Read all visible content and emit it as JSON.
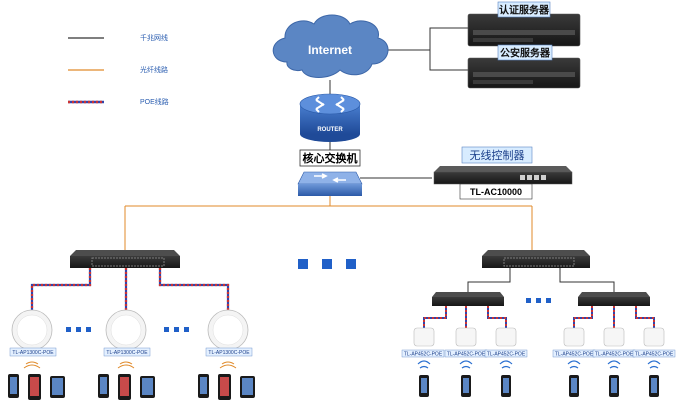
{
  "legend": {
    "gigabit_label": "千兆网线",
    "fiber_label": "光纤线路",
    "poe_label": "POE线路"
  },
  "internet": {
    "label": "Internet"
  },
  "servers": {
    "auth_label": "认证服务器",
    "police_label": "公安服务器"
  },
  "router": {
    "label": "ROUTER"
  },
  "core_switch": {
    "label": "核心交换机"
  },
  "controller": {
    "name_label": "无线控制器",
    "model_label": "TL-AC10000"
  },
  "left_aps": {
    "model_label": "TL-AP1300C-POE"
  },
  "right_aps": {
    "model_label": "TL-AP452C-POE"
  },
  "colors": {
    "gigabit": "#333333",
    "fiber": "#e08a2a",
    "poe_blue": "#3344aa",
    "poe_red": "#cc3333",
    "cloud": "#5b86c4",
    "router": "#2f62b6",
    "ellipsis": "#2060c8"
  }
}
